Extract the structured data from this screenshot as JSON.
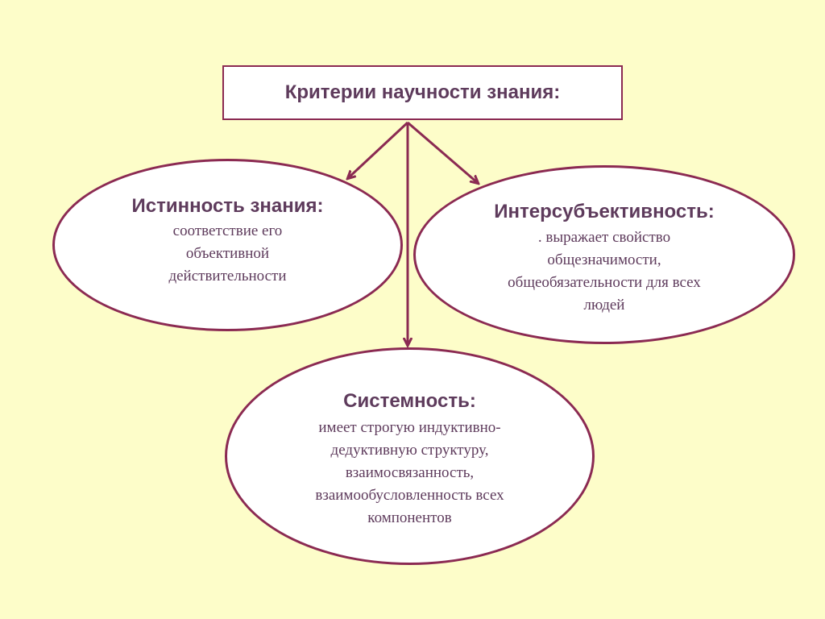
{
  "colors": {
    "background": "#fdfdc9",
    "border": "#8b2a52",
    "text": "#5e3b5c",
    "fill": "#ffffff"
  },
  "diagram": {
    "title": "Критерии научности знания:",
    "nodes": [
      {
        "id": "truth",
        "title": "Истинность знания:",
        "lines": [
          "соответствие его",
          "объективной",
          "действительности"
        ]
      },
      {
        "id": "intersubjectivity",
        "title": "Интерсубъективность:",
        "lines": [
          ". выражает свойство",
          "общезначимости,",
          "общеобязательности для всех",
          "людей"
        ]
      },
      {
        "id": "systemic",
        "title": "Системность:",
        "lines": [
          "имеет строгую индуктивно-",
          "дедуктивную структуру,",
          "взаимосвязанность,",
          "взаимообусловленность всех",
          "компонентов"
        ]
      }
    ],
    "edges": [
      {
        "from": "title",
        "to": "truth"
      },
      {
        "from": "title",
        "to": "intersubjectivity"
      },
      {
        "from": "title",
        "to": "systemic"
      }
    ]
  }
}
